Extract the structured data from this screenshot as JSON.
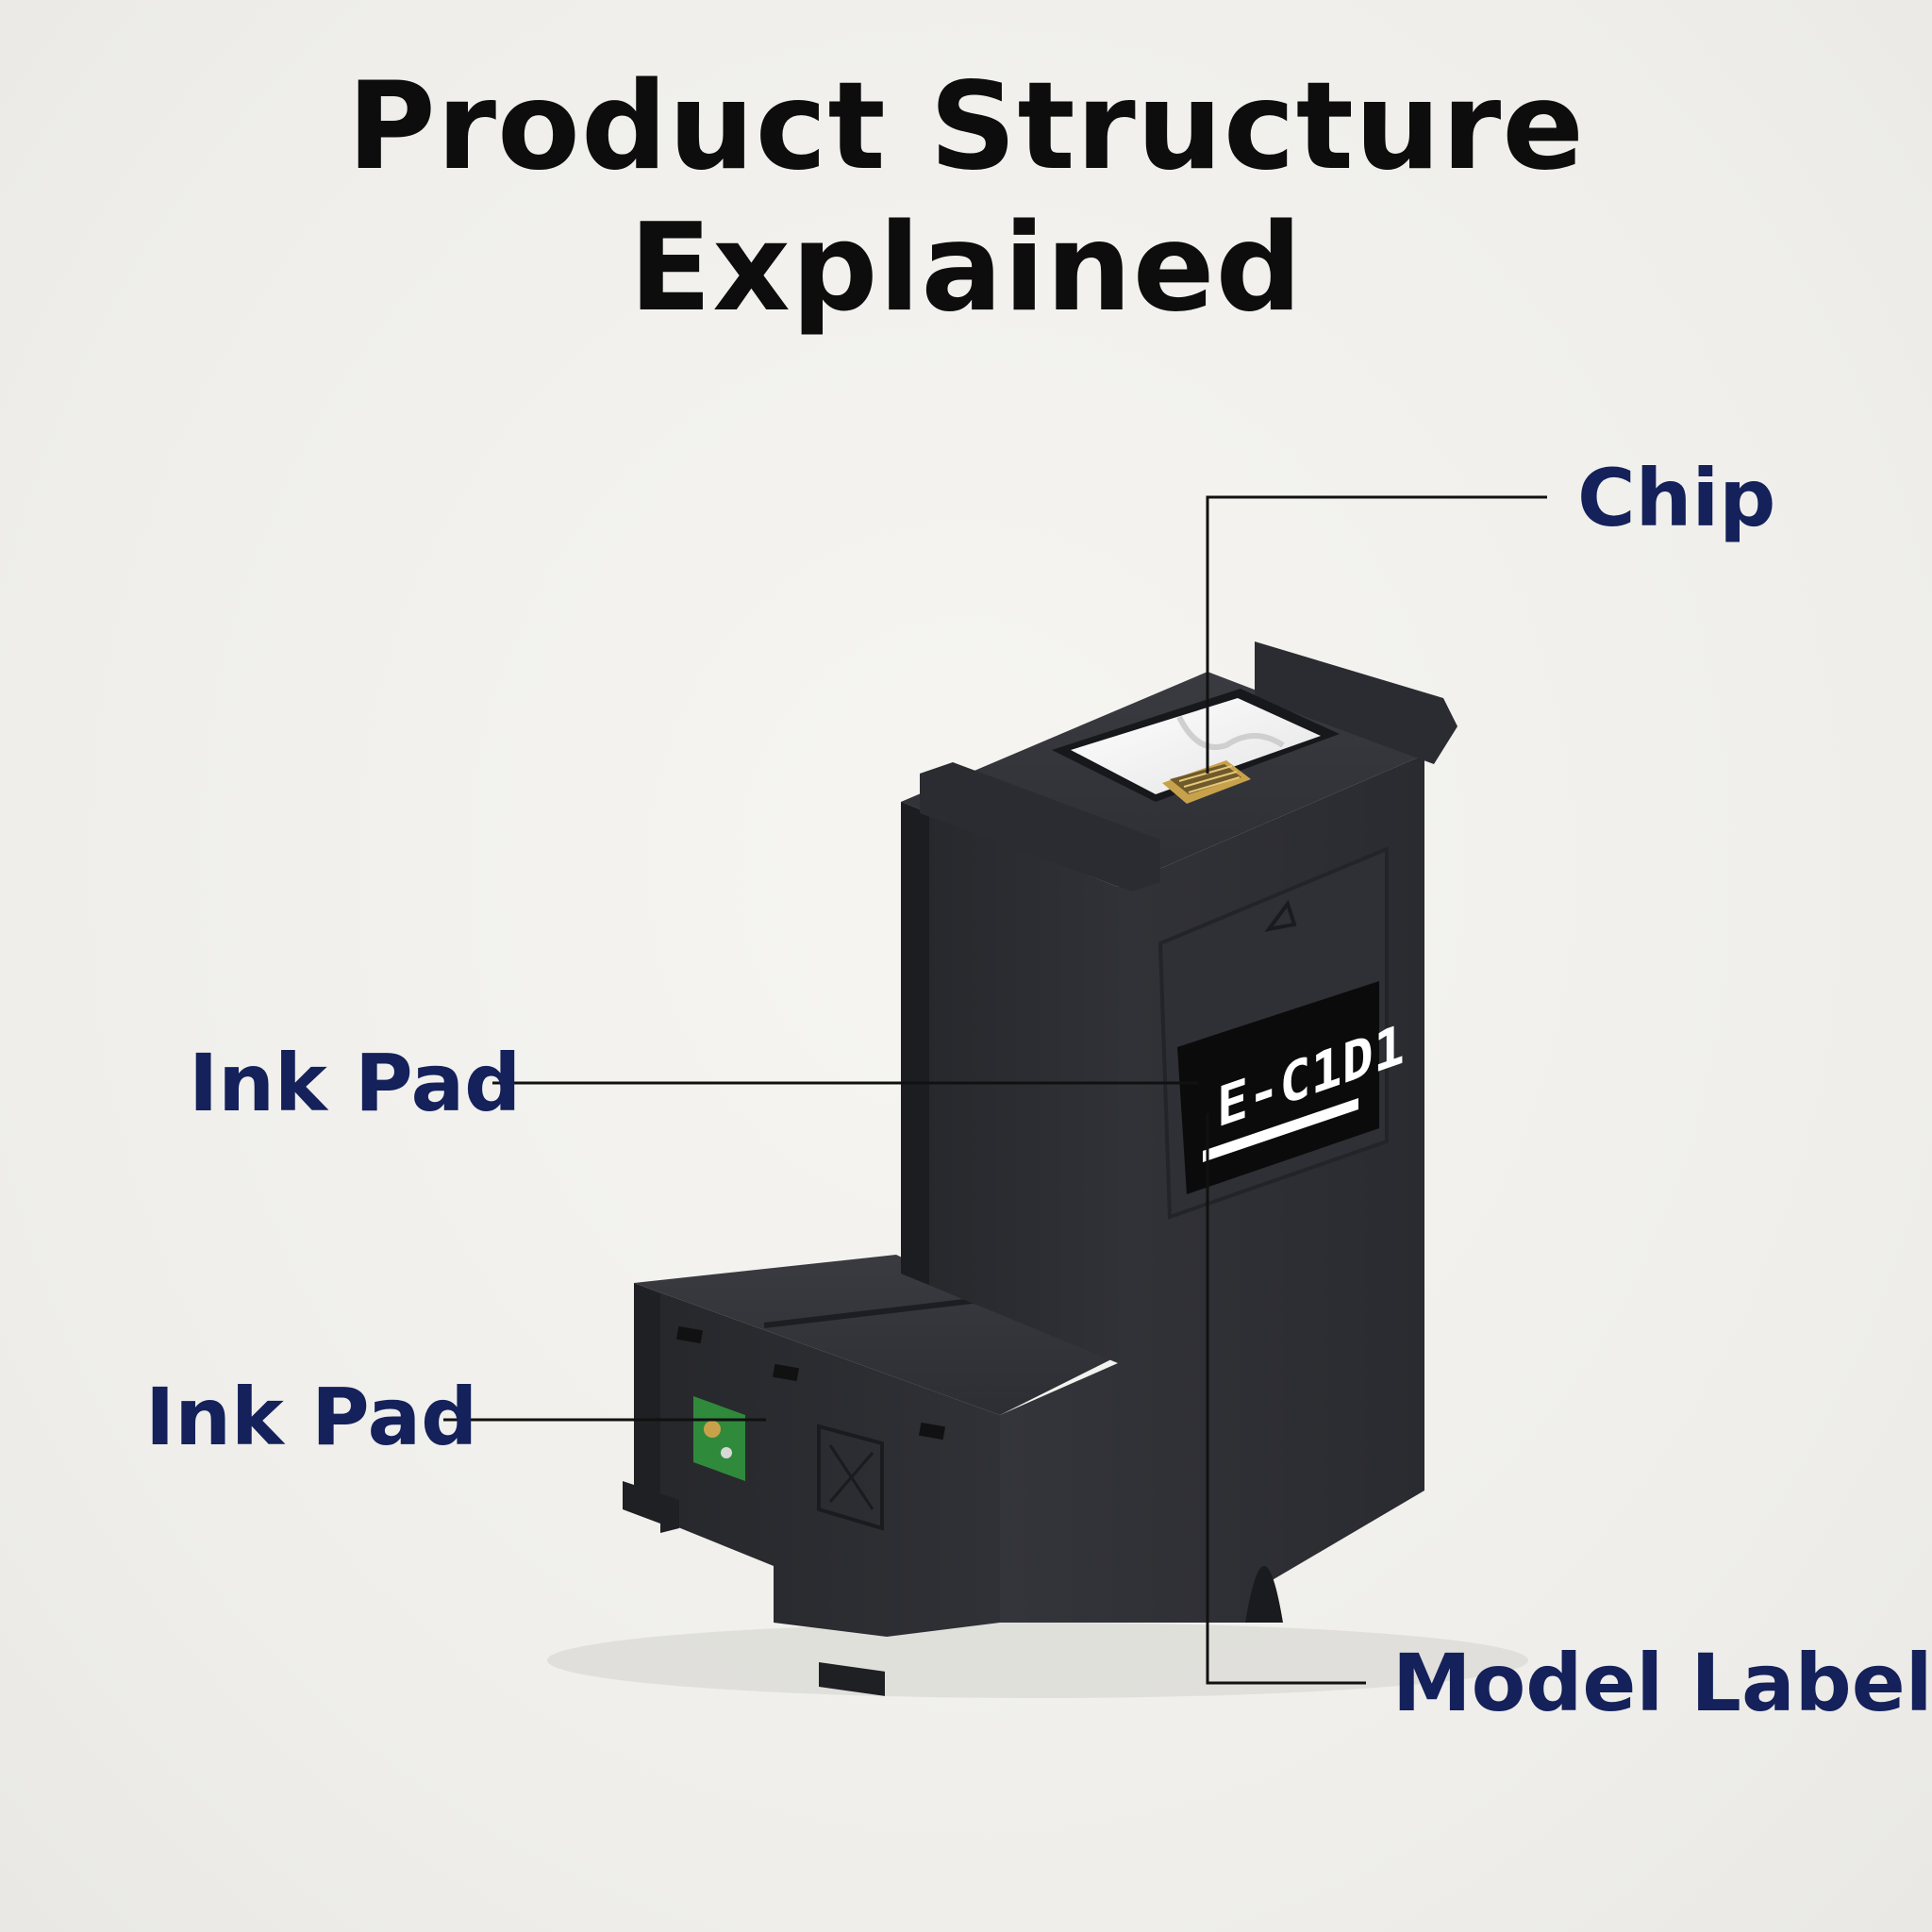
{
  "header": {
    "title": "Product Structure Explained"
  },
  "callouts": {
    "chip": "Chip",
    "ink_pad_upper": "Ink Pad",
    "ink_pad_lower": "Ink Pad",
    "model_label": "Model Label"
  },
  "product": {
    "model_code": "E-C1D1"
  },
  "colors": {
    "background": "#f2f1ee",
    "title": "#0d0d0d",
    "callout_text": "#14215a",
    "leader_line": "#111111",
    "housing": "#2a2b2f",
    "housing_dark": "#1c1d20",
    "chip_gold": "#c8a24a",
    "pcb_green": "#2f8a3c"
  }
}
